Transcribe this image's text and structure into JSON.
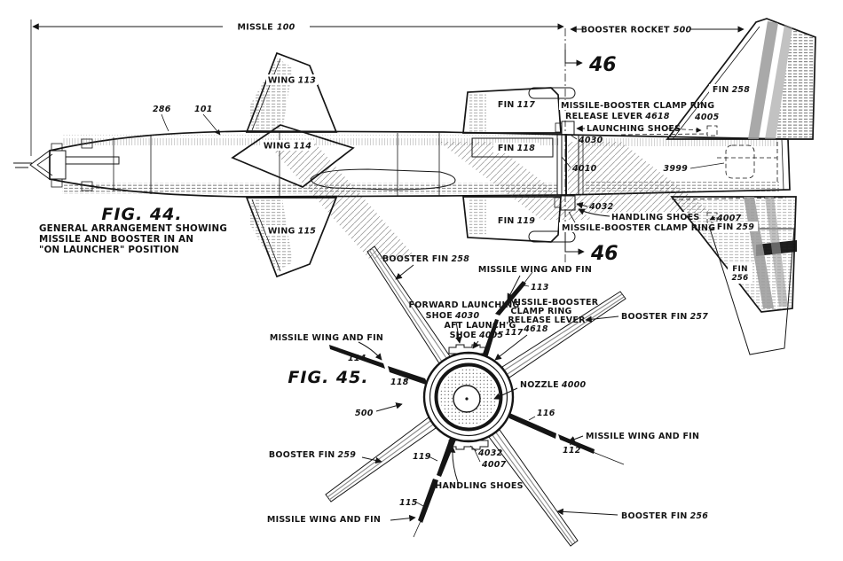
{
  "colors": {
    "ink": "#151515",
    "paper": "#ffffff",
    "blade_gray": "#9a9a9a"
  },
  "fig44": {
    "figno": "FIG. 44.",
    "caption": {
      "line1": "GENERAL ARRANGEMENT SHOWING",
      "line2": "MISSILE AND BOOSTER IN AN",
      "line3": "\"ON LAUNCHER\" POSITION"
    },
    "dim_missile": {
      "text": "MISSLE",
      "num": "100"
    },
    "dim_booster": {
      "text": "BOOSTER ROCKET",
      "num": "500"
    },
    "section_marker": "46",
    "n286": "286",
    "n101": "101",
    "wing113": {
      "text": "WING",
      "num": "113"
    },
    "wing114": {
      "text": "WING",
      "num": "114"
    },
    "wing115": {
      "text": "WING",
      "num": "115"
    },
    "fin117": {
      "text": "FIN",
      "num": "117"
    },
    "fin118": {
      "text": "FIN",
      "num": "118"
    },
    "fin119": {
      "text": "FIN",
      "num": "119"
    },
    "clamp_top_line1": "MISSILE-BOOSTER CLAMP RING",
    "clamp_top_line2": {
      "text": "RELEASE LEVER",
      "num": "4618"
    },
    "launching_shoes": "LAUNCHING SHOES",
    "n4005": "4005",
    "n4030": "4030",
    "n4010": "4010",
    "n3999": "3999",
    "fin258": {
      "text": "FIN",
      "num": "258"
    },
    "n4032": "4032",
    "handling_shoes": "HANDLING SHOES",
    "clamp_bottom": "MISSILE-BOOSTER CLAMP RING",
    "n4007": "4007",
    "fin259": {
      "text": "FIN",
      "num": "259"
    },
    "fin256": {
      "line1": "FIN",
      "line2": "256"
    }
  },
  "fig45": {
    "figno": "FIG. 45.",
    "booster_fin_258": {
      "text": "BOOSTER FIN",
      "num": "258"
    },
    "booster_fin_257": {
      "text": "BOOSTER FIN",
      "num": "257"
    },
    "booster_fin_259": {
      "text": "BOOSTER FIN",
      "num": "259"
    },
    "booster_fin_256": {
      "text": "BOOSTER FIN",
      "num": "256"
    },
    "missile_wing_and_fin": "MISSILE WING AND FIN",
    "n113": "113",
    "n114": "114",
    "n115": "115",
    "n116": "116",
    "n117": "117",
    "n118": "118",
    "n119": "119",
    "n112": "112",
    "n500": "500",
    "fwd_shoe_line1": "FORWARD LAUNCHING",
    "fwd_shoe_line2": {
      "text": "SHOE",
      "num": "4030"
    },
    "aft_shoe_line1": "AFT LAUNCH'G",
    "aft_shoe_line2": {
      "text": "SHOE",
      "num": "4005"
    },
    "mb_line1": "MISSILE-BOOSTER",
    "mb_line2": "CLAMP RING",
    "mb_line3": "RELEASE LEVER",
    "mb_num": "4618",
    "nozzle": {
      "text": "NOZZLE",
      "num": "4000"
    },
    "n4032": "4032",
    "n4007": "4007",
    "handling_shoes": "HANDLING SHOES"
  }
}
